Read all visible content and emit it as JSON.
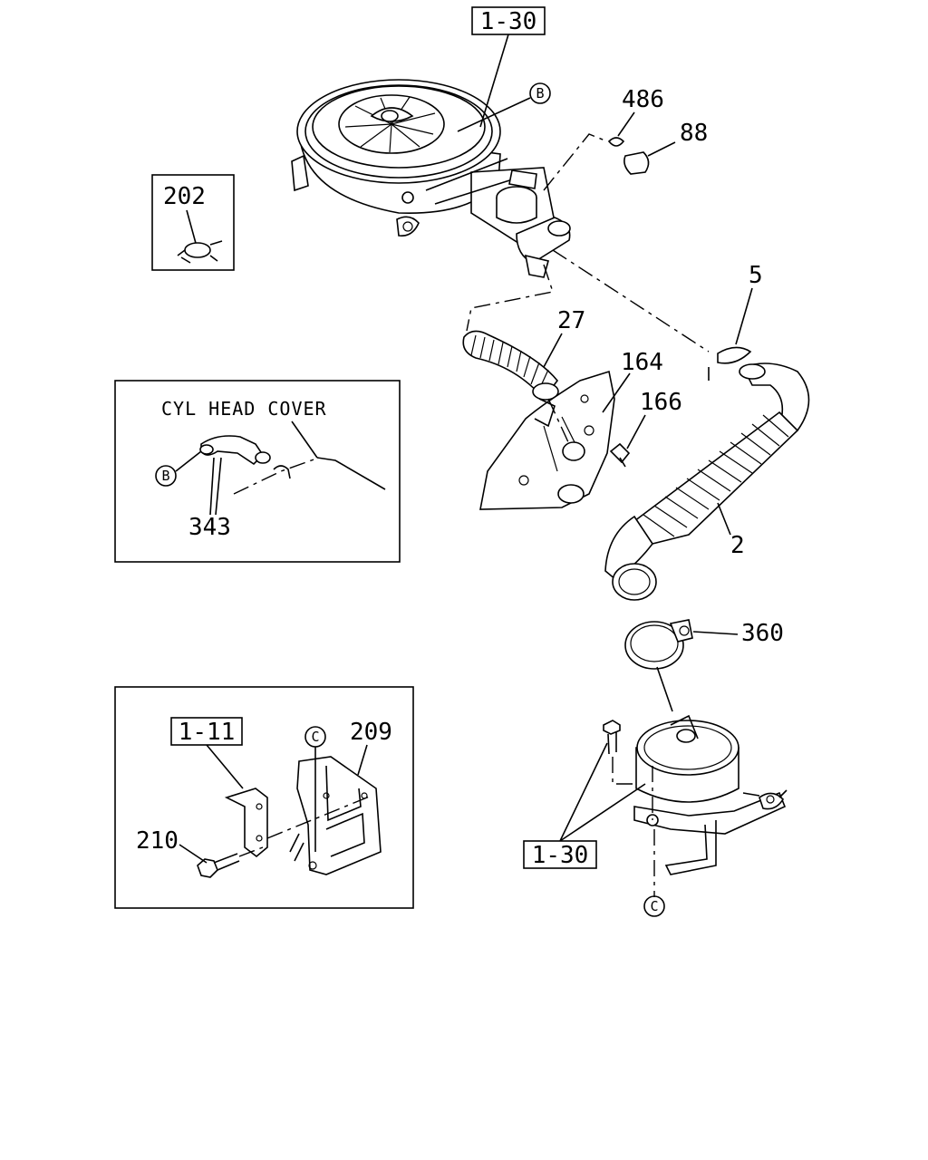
{
  "diagram": {
    "refs": {
      "top": "1-30",
      "bottom": "1-30",
      "inset": "1-11"
    },
    "parts": {
      "p486": "486",
      "p88": "88",
      "p202": "202",
      "p5": "5",
      "p27": "27",
      "p164": "164",
      "p166": "166",
      "p2": "2",
      "p360": "360",
      "p343": "343",
      "p209": "209",
      "p210": "210"
    },
    "markers": {
      "b_top": "B",
      "b_inset": "B",
      "c_inset": "C",
      "c_bottom": "C"
    },
    "inset_caption": "CYL HEAD COVER"
  }
}
